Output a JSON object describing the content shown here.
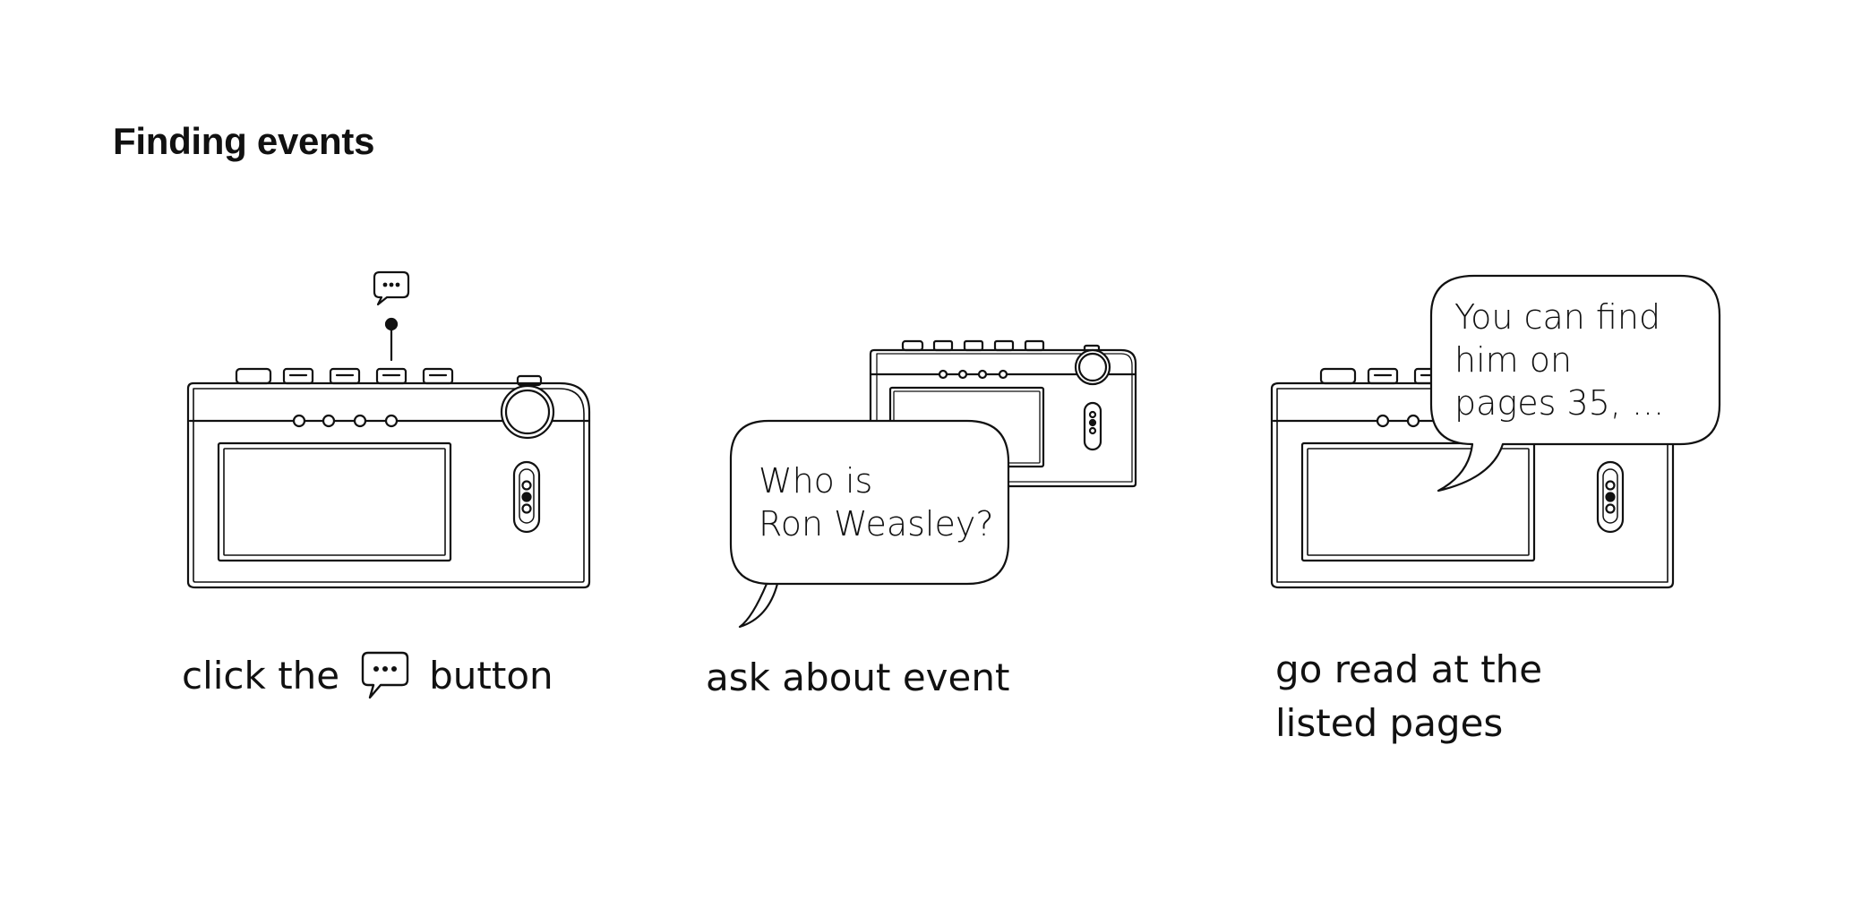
{
  "title": "Finding events",
  "steps": [
    {
      "caption_before": "click the",
      "caption_icon": "speech-bubble-icon",
      "caption_after": "button"
    },
    {
      "caption": "ask about event",
      "bubble_lines": [
        "Who is",
        "Ron Weasley?"
      ]
    },
    {
      "caption_lines": [
        "go read at the",
        "listed pages"
      ],
      "bubble_lines": [
        "You can find",
        "him on",
        "pages 35, ..."
      ]
    }
  ],
  "colors": {
    "stroke": "#111111",
    "background": "#ffffff"
  }
}
